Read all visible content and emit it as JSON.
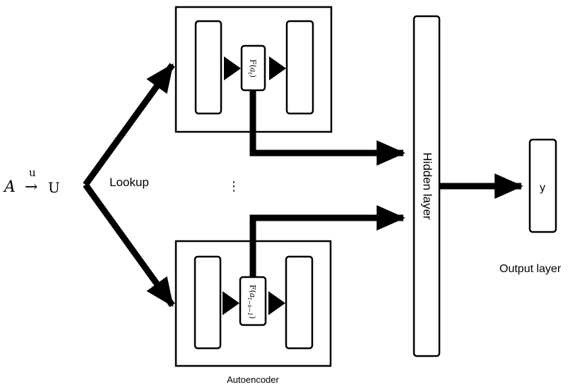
{
  "input": {
    "symbol": "A",
    "arrow_top": "u",
    "arrow": "→",
    "target": "U"
  },
  "labels": {
    "lookup": "Lookup",
    "ellipsis": "⋮",
    "hidden_layer": "Hidden layer",
    "output_node": "y",
    "output_layer": "Output layer",
    "autoencoder": "Autoencoder"
  },
  "top_encoder": {
    "code_prefix": "F(",
    "code_var": "a",
    "code_sub": "t",
    "code_suffix": ")"
  },
  "bottom_encoder": {
    "code_prefix": "F(",
    "code_var": "a",
    "code_sub": "t−s−1",
    "code_suffix": ")"
  },
  "colors": {
    "stroke": "#000000",
    "background": "#ffffff"
  }
}
